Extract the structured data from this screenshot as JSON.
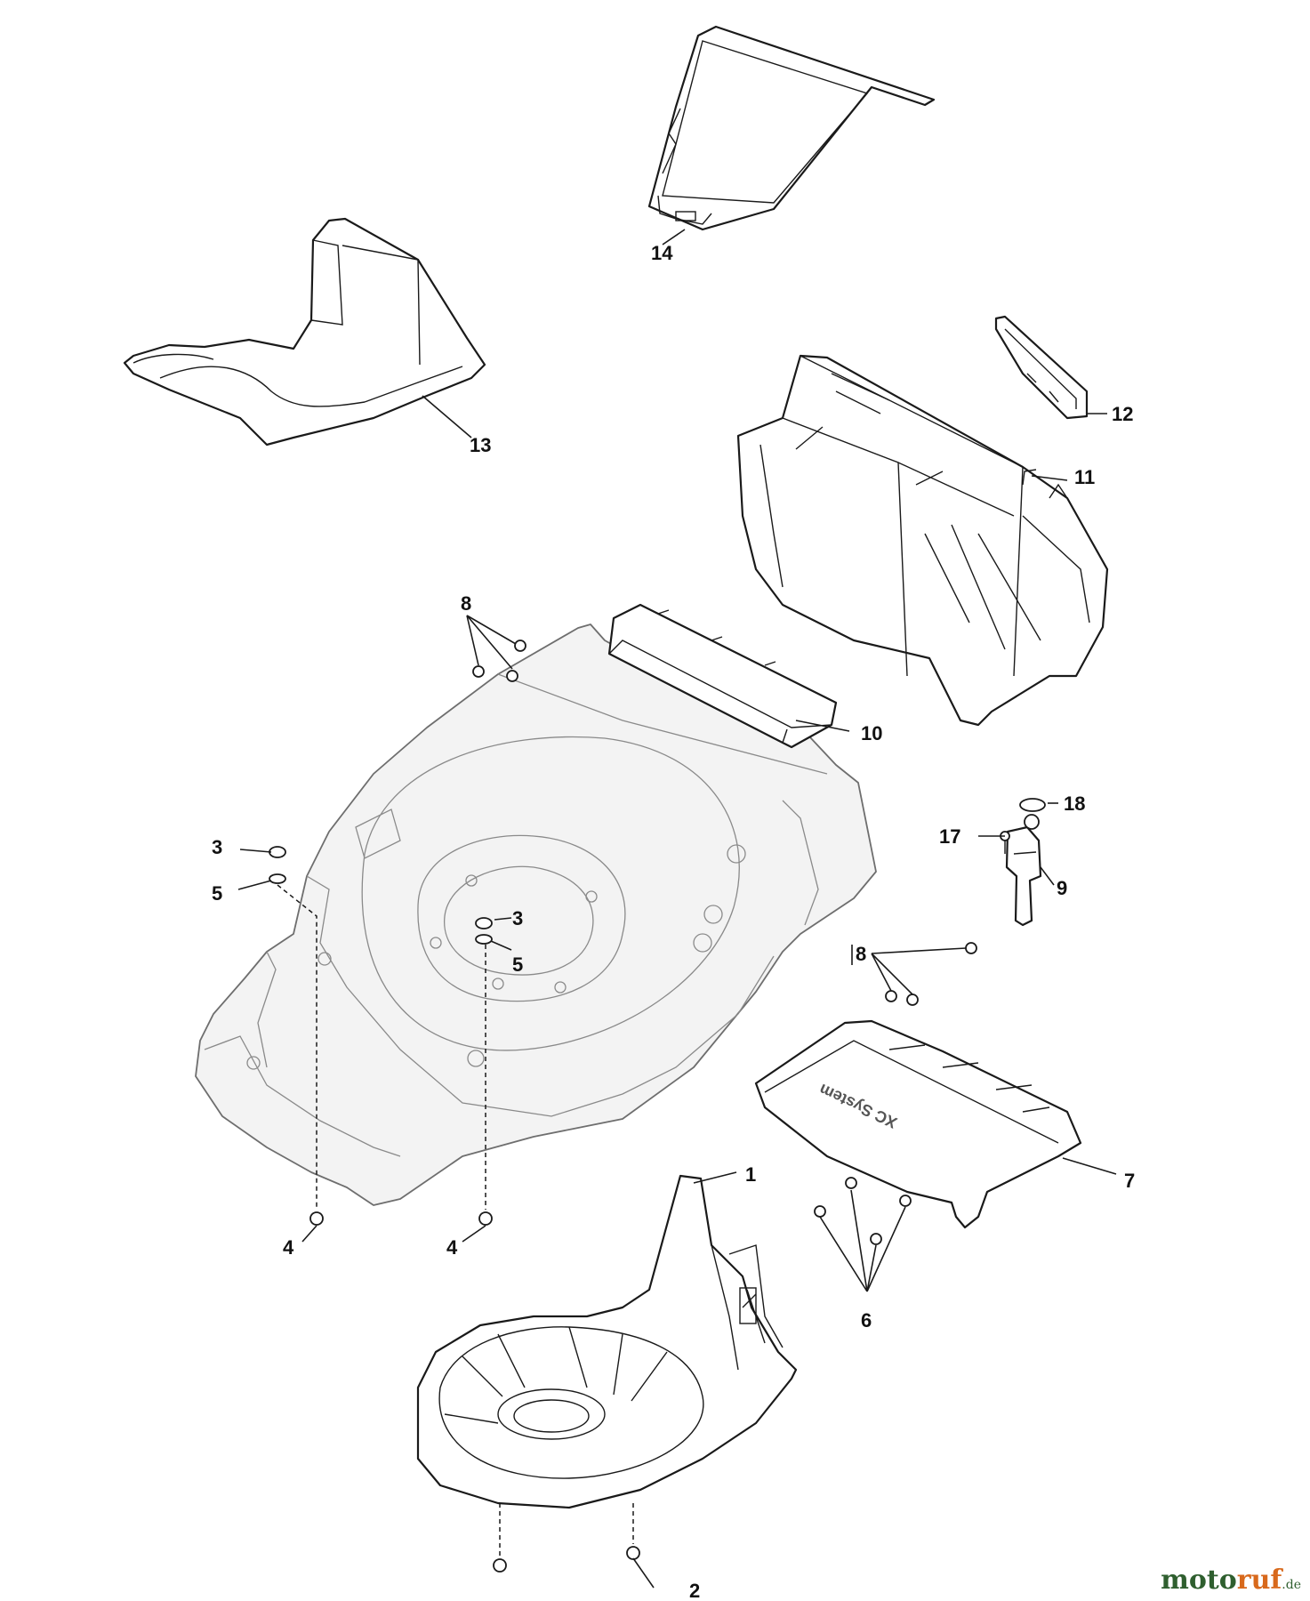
{
  "diagram": {
    "callouts": {
      "c1": "1",
      "c2": "2",
      "c3a": "3",
      "c3b": "3",
      "c4a": "4",
      "c4b": "4",
      "c5a": "5",
      "c5b": "5",
      "c6": "6",
      "c7": "7",
      "c8a": "8",
      "c8b": "8",
      "c9": "9",
      "c10": "10",
      "c11": "11",
      "c12": "12",
      "c13": "13",
      "c14": "14",
      "c17": "17",
      "c18": "18"
    },
    "deck_embossed_text": "XC System"
  },
  "brand": {
    "name_part1": "moto",
    "name_part2": "ruf",
    "tld": ".de"
  },
  "colors": {
    "line": "#1a1a1a",
    "deck_line": "#6e6e6e",
    "brand_green": "#2f5f2f",
    "brand_orange": "#d8691c"
  }
}
